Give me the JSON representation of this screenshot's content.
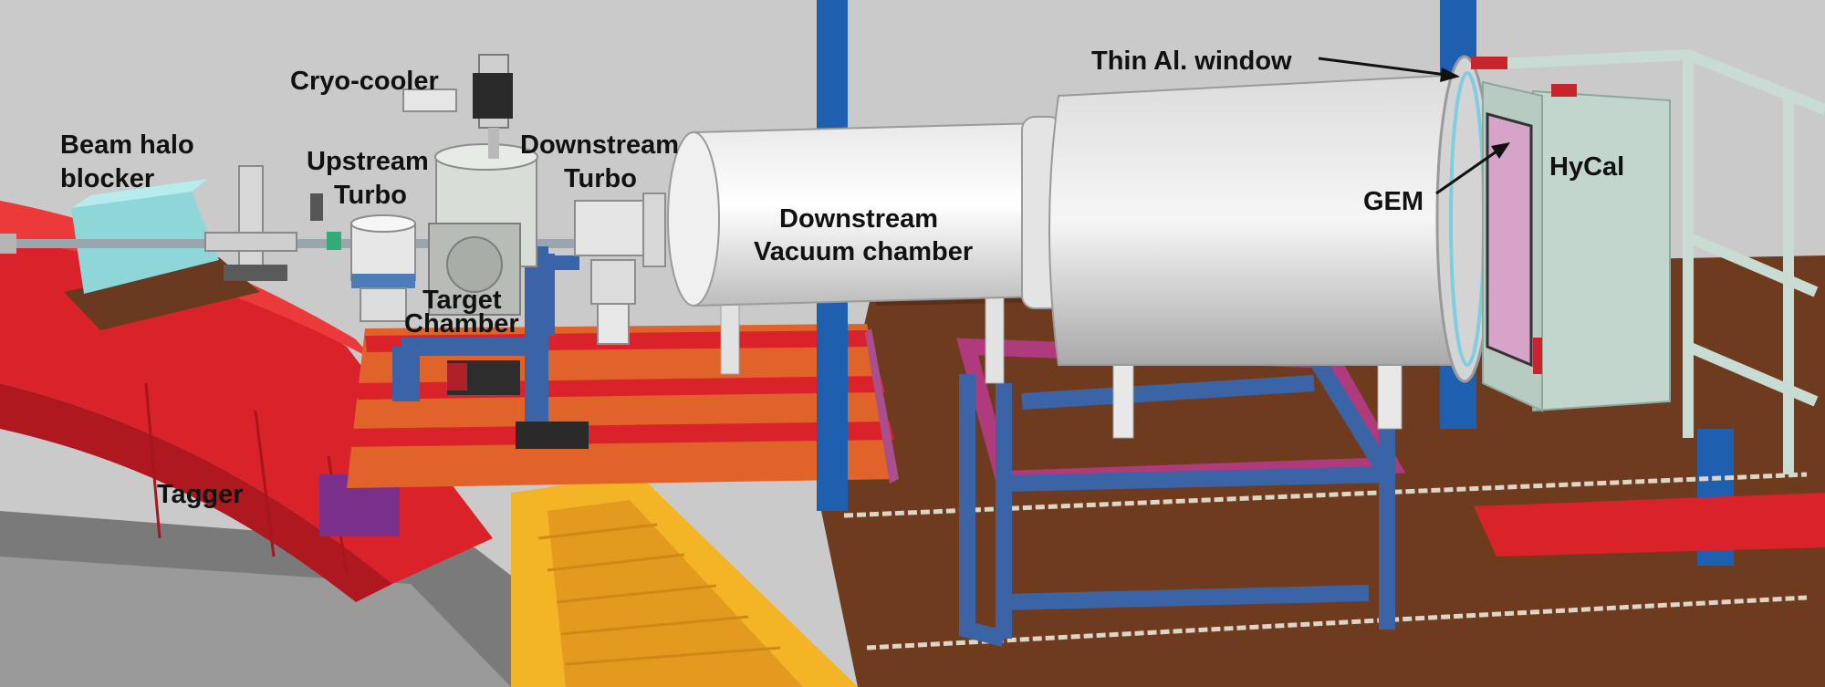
{
  "labels": {
    "beam_halo_1": "Beam halo",
    "beam_halo_2": "blocker",
    "cryo": "Cryo-cooler",
    "upstream_1": "Upstream",
    "upstream_2": "Turbo",
    "downstream_turbo_1": "Downstream",
    "downstream_turbo_2": "Turbo",
    "target_1": "Target",
    "target_2": "Chamber",
    "vacuum_1": "Downstream",
    "vacuum_2": "Vacuum chamber",
    "thin_window": "Thin Al. window",
    "gem": "GEM",
    "hycal": "HyCal",
    "tagger": "Tagger"
  },
  "colors": {
    "background": "#c9c9c9",
    "floor": "#6f3b1f",
    "tagger_red": "#d9222a",
    "floor_plates": "#e0642a",
    "yellow_steps": "#f3b526",
    "blue_frame": "#3b64a6",
    "magenta_frame": "#b03b7c",
    "chamber_white": "#f2f2f2",
    "hycal_frame": "#c9dcd3",
    "halo_blocker": "#8fd6d9",
    "pillar_blue": "#1f5fb0"
  }
}
